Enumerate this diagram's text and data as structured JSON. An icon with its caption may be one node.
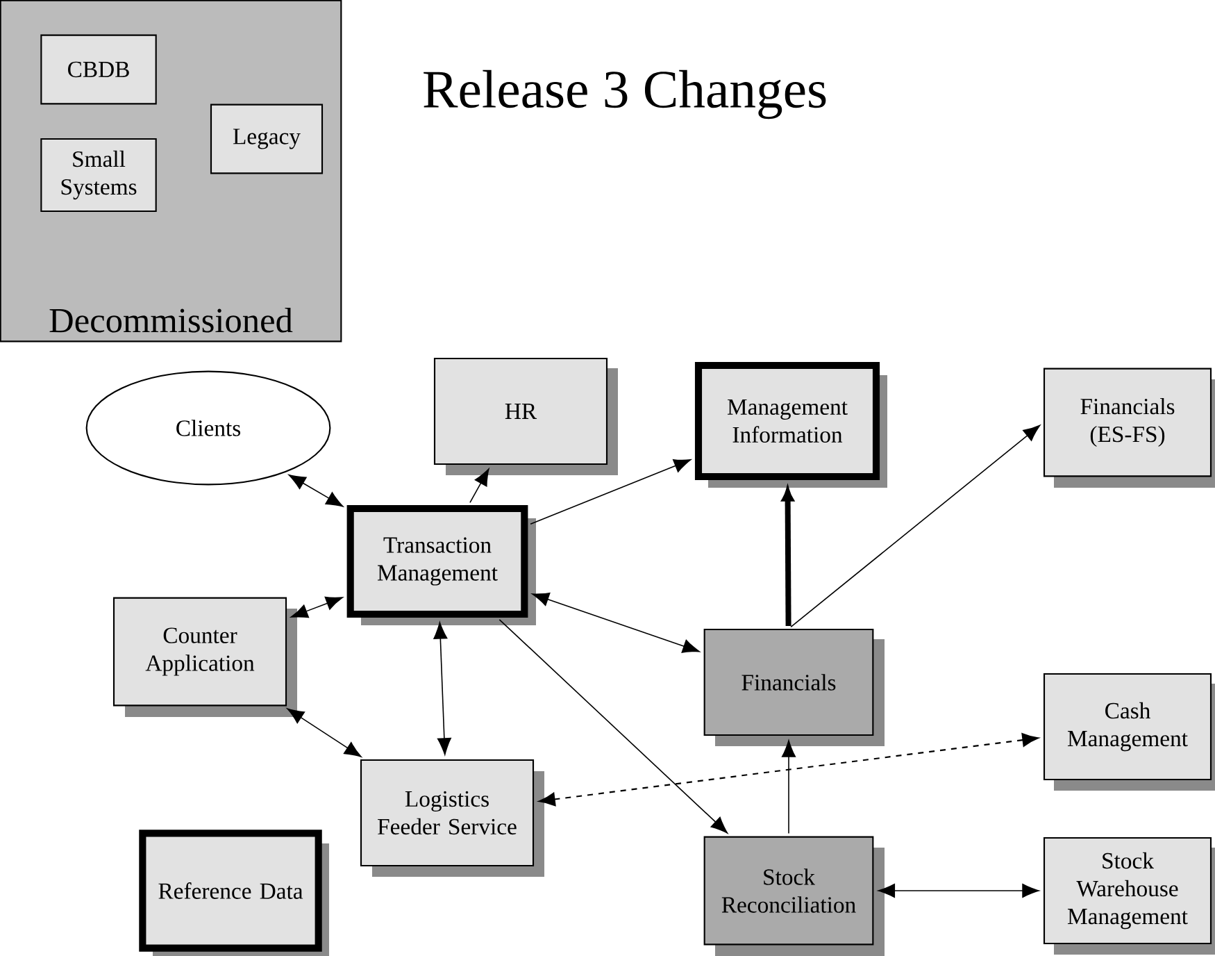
{
  "diagram": {
    "title": "Release 3 Changes",
    "nodes": [
      {
        "text": [
          "Decommissioned"
        ]
      },
      {
        "text": [
          "CBDB"
        ],
        "in": 0
      },
      {
        "text": [
          "Small Systems"
        ],
        "in": 0
      },
      {
        "text": [
          "Legacy"
        ],
        "in": 0
      },
      {
        "text": [
          "Clients"
        ]
      },
      {
        "text": [
          "HR"
        ]
      },
      {
        "text": [
          "Management Information"
        ]
      },
      {
        "text": [
          "Financials (ES-FS)"
        ]
      },
      {
        "text": [
          "Transaction Management"
        ]
      },
      {
        "text": [
          "Counter Application"
        ]
      },
      {
        "text": [
          "Financials"
        ]
      },
      {
        "text": [
          "Cash Management"
        ]
      },
      {
        "text": [
          "Logistics Feeder Service"
        ]
      },
      {
        "text": [
          "Reference Data"
        ]
      },
      {
        "text": [
          "Stock Reconciliation"
        ]
      },
      {
        "text": [
          "Stock Warehouse Management"
        ]
      }
    ],
    "edges": [
      {
        "from": 8,
        "to": 4,
        "arrow": "both"
      },
      {
        "from": 8,
        "to": 5,
        "arrow": "to"
      },
      {
        "from": 8,
        "to": 6,
        "arrow": "to"
      },
      {
        "from": 9,
        "to": 8,
        "arrow": "both"
      },
      {
        "from": 8,
        "to": 10,
        "arrow": "both"
      },
      {
        "from": 8,
        "to": 14,
        "arrow": "to"
      },
      {
        "from": 8,
        "to": 12,
        "arrow": "both"
      },
      {
        "from": 9,
        "to": 12,
        "arrow": "both"
      },
      {
        "from": 10,
        "to": 6,
        "arrow": "to",
        "style": "thick"
      },
      {
        "from": 10,
        "to": 7,
        "arrow": "to"
      },
      {
        "from": 12,
        "to": 11,
        "arrow": "both",
        "style": "dashed"
      },
      {
        "from": 14,
        "to": 10,
        "arrow": "to"
      },
      {
        "from": 14,
        "to": 15,
        "arrow": "both"
      }
    ]
  }
}
